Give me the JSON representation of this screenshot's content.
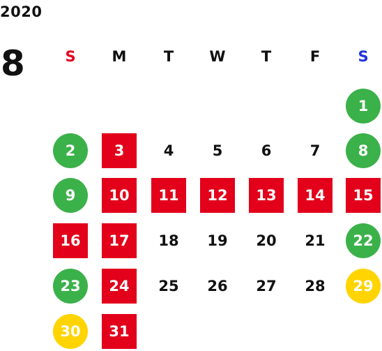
{
  "year": "2020",
  "month": "8",
  "colors": {
    "sunday_header": "#e8001f",
    "saturday_header": "#1f34e0",
    "weekday_header": "#111111",
    "red_box": "#e2001a",
    "green_circle": "#3bb14a",
    "yellow_circle": "#ffd400"
  },
  "weekdays": [
    {
      "label": "S",
      "type": "sunday"
    },
    {
      "label": "M",
      "type": "weekday"
    },
    {
      "label": "T",
      "type": "weekday"
    },
    {
      "label": "W",
      "type": "weekday"
    },
    {
      "label": "T",
      "type": "weekday"
    },
    {
      "label": "F",
      "type": "weekday"
    },
    {
      "label": "S",
      "type": "saturday"
    }
  ],
  "weeks": [
    [
      null,
      null,
      null,
      null,
      null,
      null,
      {
        "d": "1",
        "mark": "green-circle"
      }
    ],
    [
      {
        "d": "2",
        "mark": "green-circle"
      },
      {
        "d": "3",
        "mark": "red-box"
      },
      {
        "d": "4",
        "mark": "none"
      },
      {
        "d": "5",
        "mark": "none"
      },
      {
        "d": "6",
        "mark": "none"
      },
      {
        "d": "7",
        "mark": "none"
      },
      {
        "d": "8",
        "mark": "green-circle"
      }
    ],
    [
      {
        "d": "9",
        "mark": "green-circle"
      },
      {
        "d": "10",
        "mark": "red-box"
      },
      {
        "d": "11",
        "mark": "red-box"
      },
      {
        "d": "12",
        "mark": "red-box"
      },
      {
        "d": "13",
        "mark": "red-box"
      },
      {
        "d": "14",
        "mark": "red-box"
      },
      {
        "d": "15",
        "mark": "red-box"
      }
    ],
    [
      {
        "d": "16",
        "mark": "red-box"
      },
      {
        "d": "17",
        "mark": "red-box"
      },
      {
        "d": "18",
        "mark": "none"
      },
      {
        "d": "19",
        "mark": "none"
      },
      {
        "d": "20",
        "mark": "none"
      },
      {
        "d": "21",
        "mark": "none"
      },
      {
        "d": "22",
        "mark": "green-circle"
      }
    ],
    [
      {
        "d": "23",
        "mark": "green-circle"
      },
      {
        "d": "24",
        "mark": "red-box"
      },
      {
        "d": "25",
        "mark": "none"
      },
      {
        "d": "26",
        "mark": "none"
      },
      {
        "d": "27",
        "mark": "none"
      },
      {
        "d": "28",
        "mark": "none"
      },
      {
        "d": "29",
        "mark": "yellow-circle"
      }
    ],
    [
      {
        "d": "30",
        "mark": "yellow-circle"
      },
      {
        "d": "31",
        "mark": "red-box"
      },
      null,
      null,
      null,
      null,
      null
    ]
  ]
}
